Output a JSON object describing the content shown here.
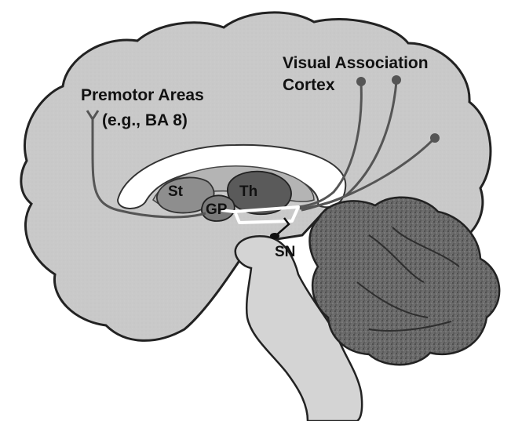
{
  "labels": {
    "premotor_title": "Premotor Areas",
    "premotor_example": "(e.g., BA 8)",
    "visual_line1": "Visual Association",
    "visual_line2": "Cortex",
    "striatum": "St",
    "thalamus": "Th",
    "globus_pallidus": "GP",
    "substantia_nigra": "SN"
  },
  "colors": {
    "brain_fill": "#c9c9c9",
    "outline": "#222222",
    "corpus_callosum": "#ffffff",
    "striatum": "#8e8e8e",
    "thalamus": "#5a5a5a",
    "globus_pallidus": "#7a7a7a",
    "brainstem": "#d4d4d4",
    "cerebellum": "#5f5f5f",
    "pathway": "#555555",
    "highlight_pathway": "#ffffff",
    "nigral_pathway": "#111111"
  }
}
